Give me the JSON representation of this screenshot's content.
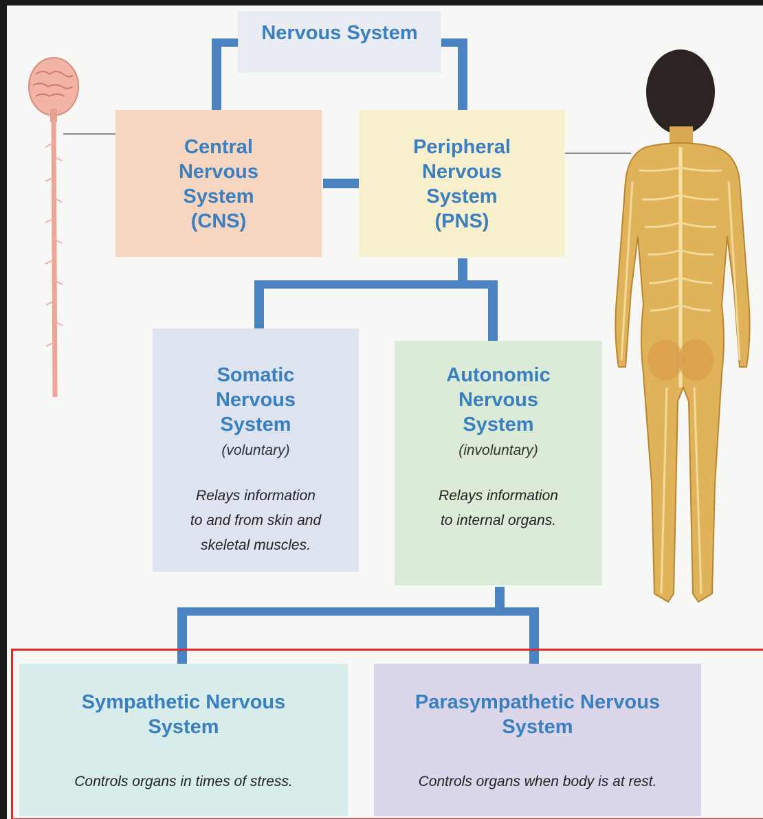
{
  "diagram": {
    "root": {
      "title": "Nervous System"
    },
    "cns": {
      "title_lines": [
        "Central",
        "Nervous",
        "System",
        "(CNS)"
      ]
    },
    "pns": {
      "title_lines": [
        "Peripheral",
        "Nervous",
        "System",
        "(PNS)"
      ]
    },
    "somatic": {
      "title_lines": [
        "Somatic",
        "Nervous",
        "System"
      ],
      "qualifier": "(voluntary)",
      "description_lines": [
        "Relays information",
        "to and from skin and",
        "skeletal muscles."
      ]
    },
    "autonomic": {
      "title_lines": [
        "Autonomic",
        "Nervous",
        "System"
      ],
      "qualifier": "(involuntary)",
      "description_lines": [
        "Relays information",
        "to internal organs."
      ]
    },
    "sympathetic": {
      "title_lines": [
        "Sympathetic Nervous",
        "System"
      ],
      "description": "Controls organs in times of stress."
    },
    "parasympathetic": {
      "title_lines": [
        "Parasympathetic Nervous",
        "System"
      ],
      "description": "Controls organs when body is at rest."
    }
  },
  "colors": {
    "connector": "#4a83c0",
    "title_text": "#3a7fbf",
    "cns_fill": "#f6d6c0",
    "pns_fill": "#f8efcc",
    "root_fill": "#e9ecf2",
    "somatic_fill": "#dde3ef",
    "autonomic_fill": "#dcebd8",
    "sympathetic_fill": "#d8ecec",
    "parasympathetic_fill": "#dcd6ea",
    "highlight_border": "#e02828"
  },
  "illustrations": [
    "brain-spinal-cord-icon",
    "human-body-nerves-icon"
  ]
}
